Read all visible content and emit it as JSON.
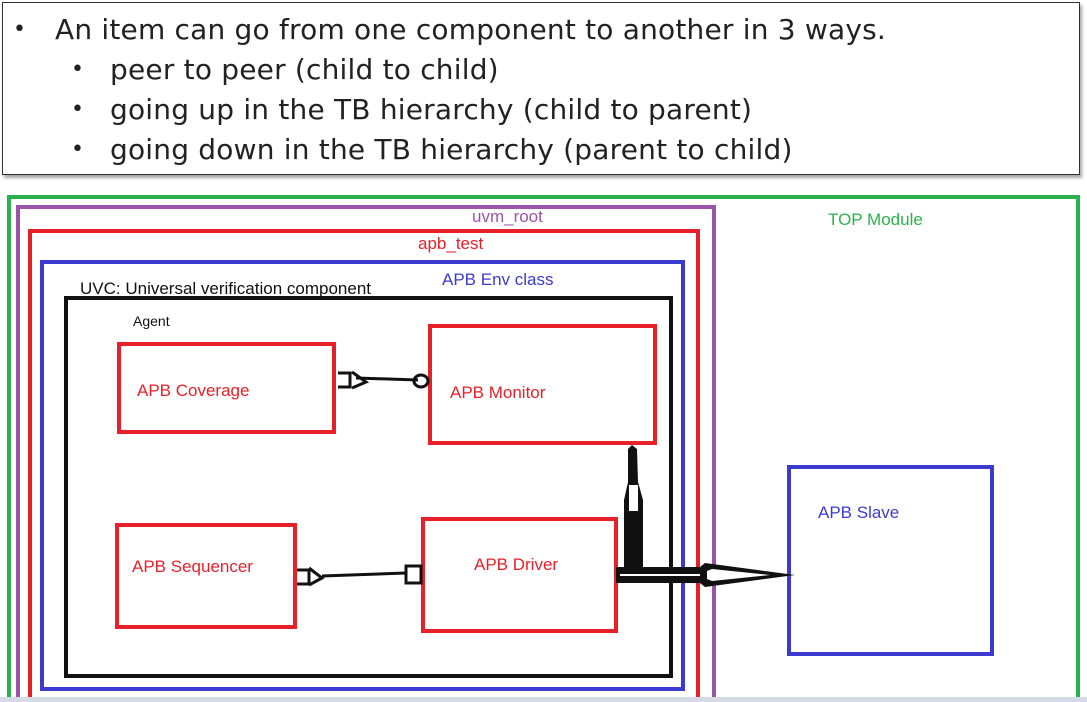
{
  "bullets": {
    "main": "An item can go from one component to another in 3 ways.",
    "subs": [
      "peer to peer  (child to child)",
      "going up in the TB hierarchy (child to parent)",
      "going down in the TB hierarchy (parent to child)"
    ]
  },
  "diagram": {
    "top_module": "TOP Module",
    "uvm_root": "uvm_root",
    "apb_test": "apb_test",
    "env": "APB Env class",
    "uvc": "UVC: Universal verification component",
    "agent": "Agent",
    "coverage": "APB Coverage",
    "monitor": "APB Monitor",
    "sequencer": "APB Sequencer",
    "driver": "APB Driver",
    "slave": "APB Slave"
  },
  "colors": {
    "green": "#2bb24c",
    "purple": "#9b55a8",
    "red": "#e8202a",
    "blue": "#3b3bd0",
    "black": "#111111"
  }
}
